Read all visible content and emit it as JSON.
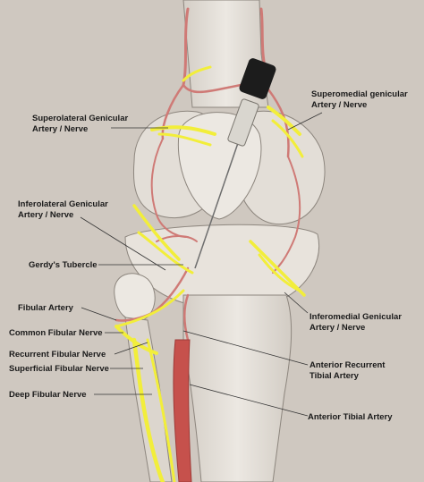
{
  "labels": {
    "superolateral_l1": "Superolateral Genicular",
    "superolateral_l2": "Artery / Nerve",
    "superomedial_l1": "Superomedial genicular",
    "superomedial_l2": "Artery / Nerve",
    "inferolateral_l1": "Inferolateral Genicular",
    "inferolateral_l2": "Artery / Nerve",
    "gerdys": "Gerdy's Tubercle",
    "fibular_artery": "Fibular Artery",
    "common_fibular": "Common Fibular Nerve",
    "recurrent_fibular": "Recurrent Fibular Nerve",
    "superficial_fibular": "Superficial Fibular Nerve",
    "deep_fibular": "Deep Fibular Nerve",
    "inferomedial_l1": "Inferomedial Genicular",
    "inferomedial_l2": "Artery / Nerve",
    "ant_recurrent_l1": "Anterior Recurrent",
    "ant_recurrent_l2": "Tibial Artery",
    "ant_tibial": "Anterior Tibial Artery"
  },
  "colors": {
    "background": "#cfc8c0",
    "bone": "#e6e1da",
    "bone_shadow": "#b9b2a9",
    "artery": "#cf7a76",
    "artery_dark": "#b04b48",
    "nerve": "#f2ee3a",
    "needle_hub": "#1c1c1c"
  }
}
